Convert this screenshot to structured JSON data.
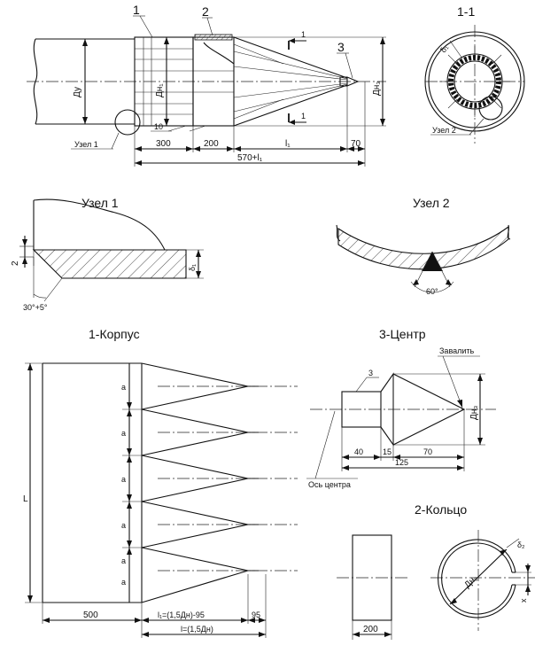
{
  "main_view": {
    "callouts": [
      "1",
      "2",
      "3"
    ],
    "section_mark": "1",
    "dim_300": "300",
    "dim_200": "200",
    "dim_l1": "l₁",
    "dim_70": "70",
    "dim_total": "570+l₁",
    "dim_10": "10",
    "label_dy": "Ду",
    "label_dn1": "Дн₁",
    "label_dn3": "Дн₃",
    "node1_label": "Узел 1"
  },
  "section_view": {
    "title": "1-1",
    "delta": "δ₁",
    "node2_label": "Узел 2"
  },
  "node1": {
    "title": "Узел 1",
    "dim_2": "2",
    "dim_delta": "δ₁",
    "angle": "30°+5°"
  },
  "node2": {
    "title": "Узел 2",
    "angle": "60°"
  },
  "body_part": {
    "title": "1-Корпус",
    "dim_L": "L",
    "dim_a": "a",
    "a_count": 6,
    "dim_500": "500",
    "dim_l1_formula": "l₁=(1,5Дн)-95",
    "dim_95": "95",
    "dim_l_formula": "l=(1,5Дн)"
  },
  "center_part": {
    "title": "3-Центр",
    "weld_note": "Завалить",
    "weld_symbol": "3",
    "dim_dn3": "Дн₃",
    "dim_40": "40",
    "dim_15": "15",
    "dim_70": "70",
    "dim_125": "125",
    "axis_label": "Ось центра"
  },
  "ring_part": {
    "title": "2-Кольцо",
    "dim_200": "200",
    "dim_dn2": "Дн₂",
    "dim_delta2": "δ₂",
    "dim_x": "x"
  }
}
